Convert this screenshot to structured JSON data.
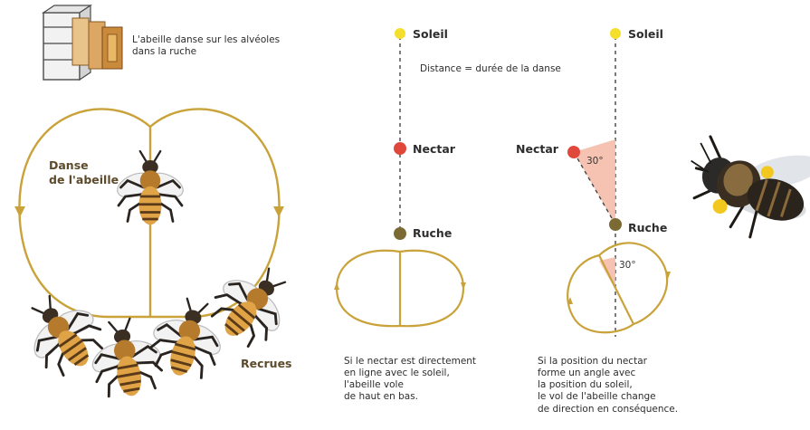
{
  "hive_caption": [
    "L'abeille danse sur les alvéoles",
    "dans la ruche"
  ],
  "dance_label": [
    "Danse",
    "de l'abeille"
  ],
  "recruits_label": "Recrues",
  "distance_label": "Distance = durée de la danse",
  "left_panel": {
    "sun": "Soleil",
    "nectar": "Nectar",
    "hive": "Ruche",
    "caption": [
      "Si le nectar est directement",
      "en ligne avec le soleil,",
      "l'abeille vole",
      "de haut en bas."
    ]
  },
  "right_panel": {
    "sun": "Soleil",
    "nectar": "Nectar",
    "hive": "Ruche",
    "angle_top": "30°",
    "angle_bottom": "30°",
    "caption": [
      "Si la position du nectar",
      "forme un angle avec",
      "la position du soleil,",
      "le vol de l'abeille change",
      "de direction en conséquence."
    ]
  },
  "colors": {
    "path": "#c9a23a",
    "sun": "#f4df2c",
    "nectar": "#e0483c",
    "hive": "#7b6a34",
    "wedge": "#f4b8a6",
    "bee_body": "#d99a3b",
    "bee_dark": "#2a2420"
  },
  "icons": [
    "beehive-icon",
    "bee-icon",
    "bee-photo-icon"
  ]
}
